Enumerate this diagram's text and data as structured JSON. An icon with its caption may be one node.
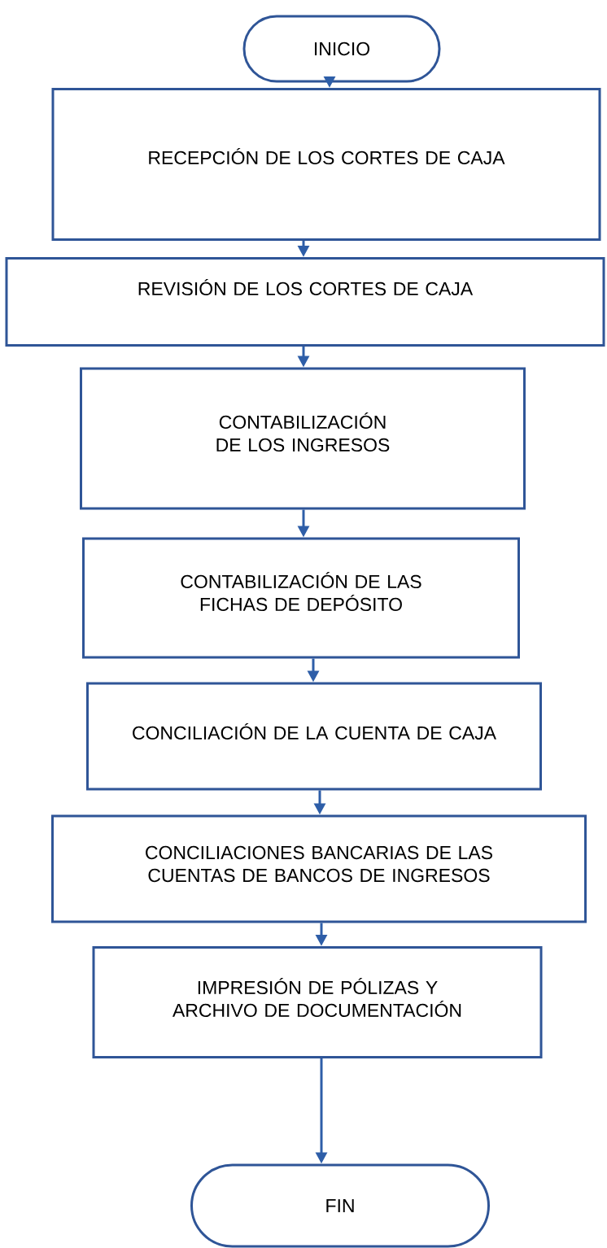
{
  "diagram": {
    "nodes": [
      {
        "text": [
          "INICIO"
        ]
      },
      {
        "text": [
          "RECEPCIÓN DE LOS CORTES DE CAJA"
        ]
      },
      {
        "text": [
          "REVISIÓN DE LOS CORTES DE CAJA"
        ]
      },
      {
        "text": [
          "CONTABILIZACIÓN DE LOS INGRESOS"
        ]
      },
      {
        "text": [
          "CONTABILIZACIÓN DE LAS FICHAS DE DEPÓSITO"
        ]
      },
      {
        "text": [
          "CONCILIACIÓN DE LA CUENTA DE CAJA"
        ]
      },
      {
        "text": [
          "CONCILIACIONES BANCARIAS DE LAS CUENTAS DE BANCOS DE INGRESOS"
        ]
      },
      {
        "text": [
          "IMPRESIÓN DE PÓLIZAS Y ARCHIVO DE DOCUMENTACIÓN"
        ]
      },
      {
        "text": [
          "FIN"
        ]
      }
    ],
    "edges": [
      {
        "from": 0,
        "to": 1,
        "arrow": "to"
      },
      {
        "from": 1,
        "to": 2,
        "arrow": "to"
      },
      {
        "from": 2,
        "to": 3,
        "arrow": "to"
      },
      {
        "from": 3,
        "to": 4,
        "arrow": "to"
      },
      {
        "from": 4,
        "to": 5,
        "arrow": "to"
      },
      {
        "from": 5,
        "to": 6,
        "arrow": "to"
      },
      {
        "from": 6,
        "to": 7,
        "arrow": "to"
      },
      {
        "from": 7,
        "to": 8,
        "arrow": "to"
      }
    ]
  }
}
